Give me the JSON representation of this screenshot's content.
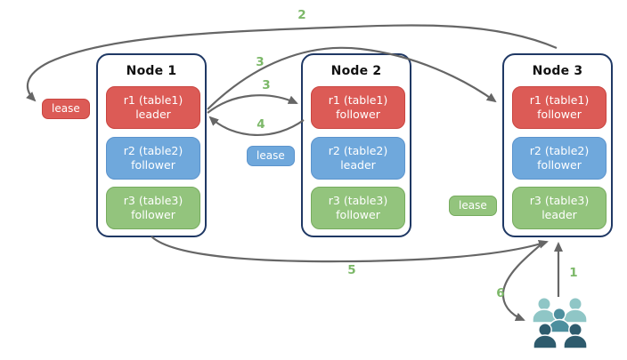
{
  "diagram": {
    "nodes": [
      {
        "title": "Node 1",
        "replicas": [
          {
            "label": "r1 (table1)",
            "role": "leader",
            "color": "red"
          },
          {
            "label": "r2 (table2)",
            "role": "follower",
            "color": "blue"
          },
          {
            "label": "r3 (table3)",
            "role": "follower",
            "color": "green"
          }
        ]
      },
      {
        "title": "Node 2",
        "replicas": [
          {
            "label": "r1 (table1)",
            "role": "follower",
            "color": "red"
          },
          {
            "label": "r2 (table2)",
            "role": "leader",
            "color": "blue"
          },
          {
            "label": "r3 (table3)",
            "role": "follower",
            "color": "green"
          }
        ]
      },
      {
        "title": "Node 3",
        "replicas": [
          {
            "label": "r1 (table1)",
            "role": "follower",
            "color": "red"
          },
          {
            "label": "r2 (table2)",
            "role": "follower",
            "color": "blue"
          },
          {
            "label": "r3 (table3)",
            "role": "leader",
            "color": "green"
          }
        ]
      }
    ],
    "leases": [
      {
        "label": "lease",
        "color": "red"
      },
      {
        "label": "lease",
        "color": "blue"
      },
      {
        "label": "lease",
        "color": "green"
      }
    ],
    "steps": [
      "1",
      "2",
      "3",
      "3",
      "4",
      "5",
      "6"
    ],
    "icons": {
      "users": "users-icon"
    },
    "colors": {
      "red": "#dc5b56",
      "red_border": "#c94540",
      "blue": "#6fa8dc",
      "blue_border": "#5b93cc",
      "green": "#93c47d",
      "green_border": "#76ab5e",
      "node_border": "#1f3864",
      "arrow": "#666666",
      "step_label": "#7cb868",
      "users_light": "#8fc6c6",
      "users_mid": "#4d8f9e",
      "users_dark": "#2e5b6d"
    }
  }
}
